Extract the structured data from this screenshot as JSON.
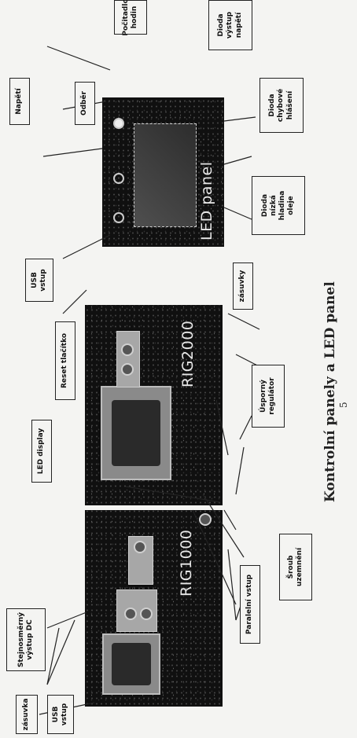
{
  "document": {
    "title": "Kontrolní panely a LED panel",
    "page_number": "5"
  },
  "panels": {
    "rig1000": "RIG1000",
    "rig2000": "RIG2000",
    "led": "LED panel"
  },
  "labels": {
    "zasuvka": "zásuvka",
    "usb1": "USB\nvstup",
    "stejnosmerny": "Stejnosměrný\nvýstup DC",
    "led_display": "LED display",
    "paralelni": "Paralelní vstup",
    "sroub": "Šroub\nuzemnění",
    "reset": "Reset tlačítko",
    "usb2": "USB\nvstup",
    "usporny": "Úsporný\nregulátor",
    "zasuvky": "zásuvky",
    "napeti": "Napětí",
    "odber": "Odběr",
    "pocitadlo": "Počitadlo\nhodin",
    "dioda_vystup": "Dioda\nvýstup\nnapětí",
    "dioda_chyb": "Dioda\nchybové\nhlášení",
    "dioda_olej": "Dioda\nnízká\nhladina\noleje"
  }
}
